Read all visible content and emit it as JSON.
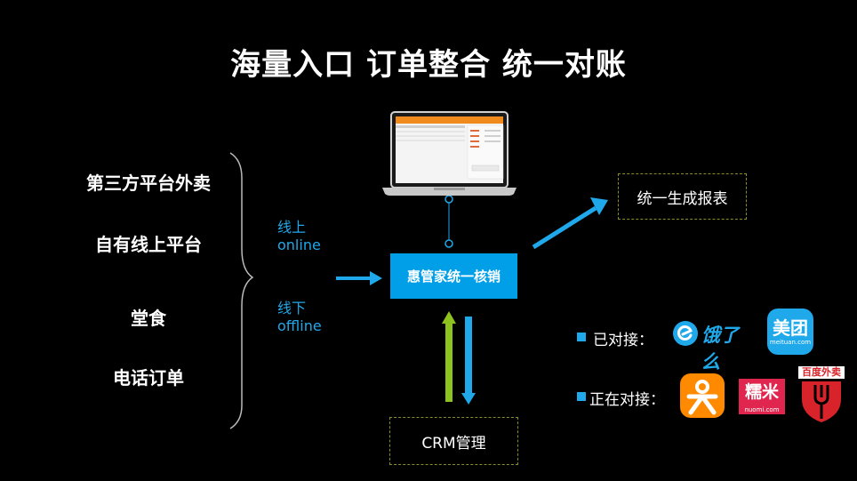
{
  "title": "海量入口 订单整合 统一对账",
  "sources": [
    "第三方平台外卖",
    "自有线上平台",
    "堂食",
    "电话订单"
  ],
  "channels": {
    "online_cn": "线上",
    "online_en": "online",
    "offline_cn": "线下",
    "offline_en": "offline"
  },
  "core_label": "惠管家统一核销",
  "report_label": "统一生成报表",
  "crm_label": "CRM管理",
  "partners": {
    "connected_label": "已对接：",
    "connecting_label": "正在对接：",
    "connected": [
      {
        "name": "饿了么",
        "icon": "eleme-logo"
      },
      {
        "name": "美团",
        "sub": "meituan.com",
        "icon": "meituan-logo"
      }
    ],
    "connecting": [
      {
        "name": "dianping",
        "icon": "dianping-logo"
      },
      {
        "name": "糯米",
        "sub": "nuomi.com",
        "icon": "nuomi-logo"
      },
      {
        "name": "百度外卖",
        "icon": "baidu-waimai-logo"
      }
    ]
  },
  "colors": {
    "background": "#000000",
    "accent_blue": "#009fe8",
    "arrow_green": "#8dc21f",
    "dash_border": "#8c8c2a",
    "meituan": "#1fa8ea",
    "nuomi": "#e0264f",
    "dianping": "#ff8a00",
    "baidu": "#d8232a"
  }
}
